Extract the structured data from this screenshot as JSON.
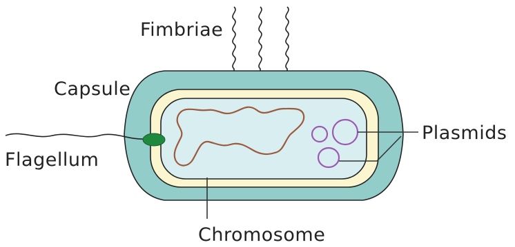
{
  "labels": {
    "fimbriae": "Fimbriae",
    "capsule": "Capsule",
    "flagellum": "Flagellum",
    "plasmids": "Plasmids",
    "chromosome": "Chromosome"
  },
  "colors": {
    "capsule_fill": "#93cdc9",
    "cell_wall_fill": "#fbf6cf",
    "cytoplasm_fill": "#d8eef0",
    "outline": "#222222",
    "chromosome": "#9b5a3c",
    "plasmid": "#9b5ab0",
    "flagellum_base": "#1f8a3e",
    "label_line": "#333333"
  }
}
